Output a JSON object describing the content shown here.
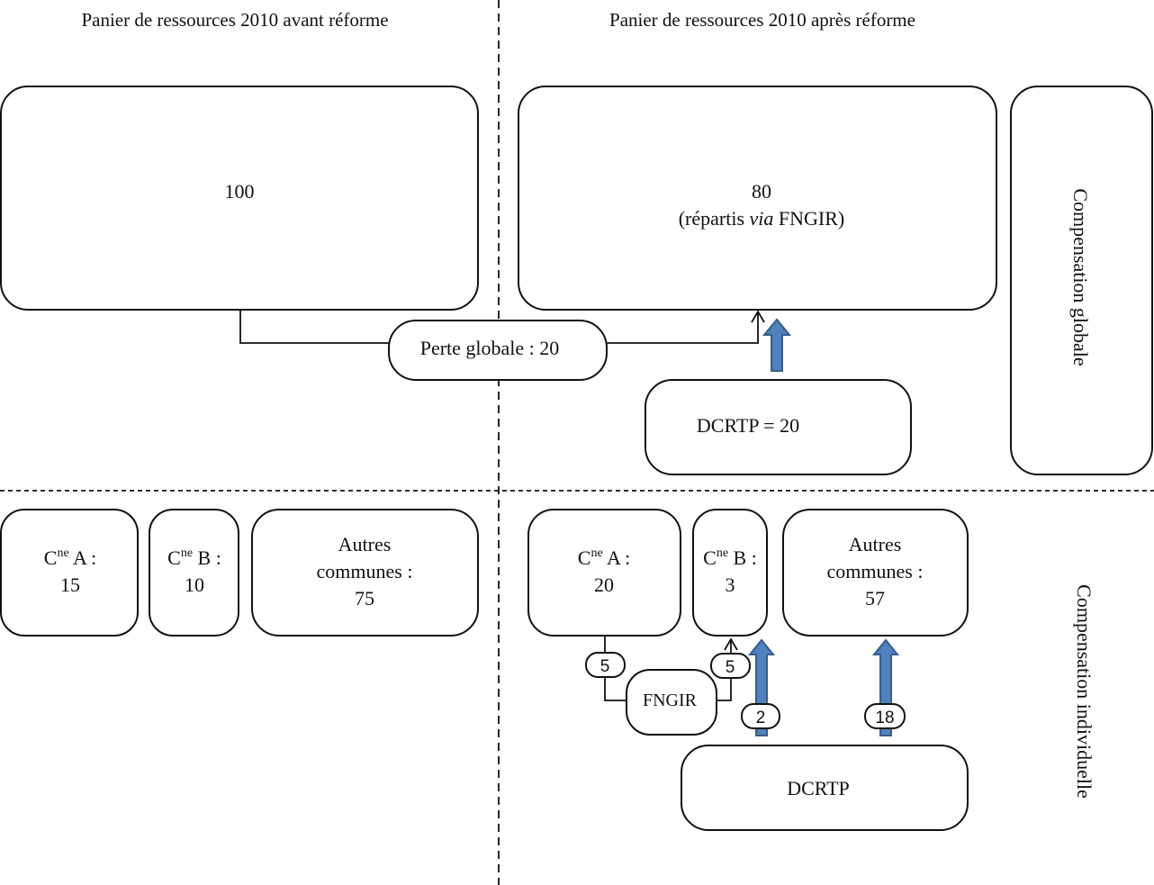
{
  "headers": {
    "before": "Panier de ressources 2010 avant réforme",
    "after": "Panier de ressources 2010 après réforme"
  },
  "before": {
    "total": "100",
    "communes": [
      {
        "prefix": "C",
        "sup": "ne",
        "name": " A :",
        "value": "15"
      },
      {
        "prefix": "C",
        "sup": "ne",
        "name": " B :",
        "value": "10"
      },
      {
        "line1": "Autres",
        "line2": "communes :",
        "value": "75"
      }
    ]
  },
  "after": {
    "total": "80",
    "total_note_pre": "(répartis ",
    "total_note_italic": "via",
    "total_note_post": " FNGIR)",
    "communes": [
      {
        "prefix": "C",
        "sup": "ne",
        "name": " A :",
        "value": "20"
      },
      {
        "prefix": "C",
        "sup": "ne",
        "name": " B :",
        "value": "3"
      },
      {
        "line1": "Autres",
        "line2": "communes :",
        "value": "57"
      }
    ]
  },
  "flows": {
    "global_loss": "Perte globale : 20",
    "dcrtp_global": "DCRTP = 20",
    "dcrtp_individual": "DCRTP",
    "fngir": "FNGIR",
    "fngir_from_a": "5",
    "fngir_to_b": "5",
    "dcrtp_to_b": "2",
    "dcrtp_to_others": "18"
  },
  "side_labels": {
    "global": "Compensation globale",
    "individual": "Compensation individuelle"
  },
  "colors": {
    "arrow_fill": "#4f81bd",
    "arrow_stroke": "#385d8a"
  }
}
